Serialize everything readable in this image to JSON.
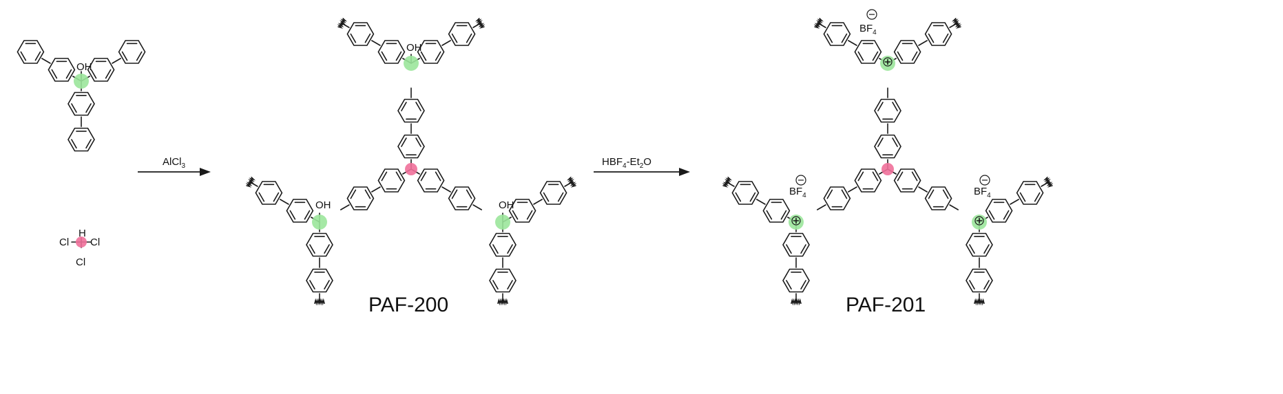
{
  "scheme": {
    "reagent1": {
      "main": "AlCl",
      "sub": "3"
    },
    "reagent2": {
      "p1": "HBF",
      "s1": "4",
      "p2": "-Et",
      "s2": "2",
      "p3": "O"
    },
    "product1_label": "PAF-200",
    "product2_label": "PAF-201",
    "hydroxyl": "OH",
    "chloroform": {
      "h": "H",
      "cl": "Cl"
    },
    "counterion": {
      "main": "BF",
      "sub": "4"
    },
    "colors": {
      "carbinol_highlight": "#9be59b",
      "methine_highlight": "#f0709a"
    }
  }
}
